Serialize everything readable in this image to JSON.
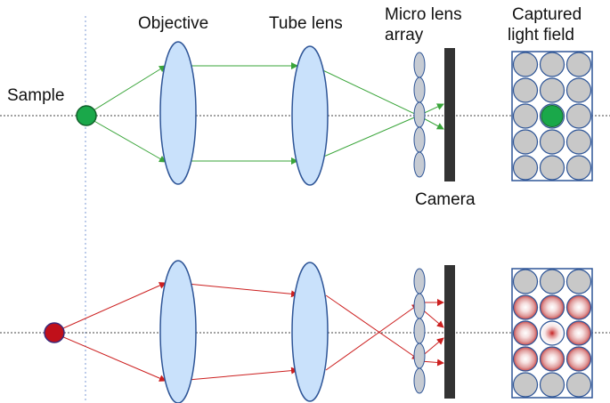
{
  "labels": {
    "sample": "Sample",
    "objective": "Objective",
    "tube_lens": "Tube lens",
    "micro_lens_line1": "Micro lens",
    "micro_lens_line2": "array",
    "captured_line1": "Captured",
    "captured_line2": "light field",
    "camera": "Camera"
  },
  "colors": {
    "in_focus_ray": "#3aa53a",
    "out_of_focus_ray": "#cc1f1f",
    "lens_fill": "#c9e1fb",
    "lens_stroke": "#2e5597",
    "microlens_fill": "#c6cbd3",
    "sensor": "#333333",
    "green_point": "#1aa84a",
    "red_point": "#c0101a",
    "grid_border": "#2e5597",
    "cell_fill": "#c8c8c8"
  },
  "configurations": [
    {
      "name": "in-focus",
      "point_color": "green",
      "captured_grid": [
        [
          "empty",
          "empty",
          "empty"
        ],
        [
          "empty",
          "empty",
          "empty"
        ],
        [
          "empty",
          "point",
          "empty"
        ],
        [
          "empty",
          "empty",
          "empty"
        ],
        [
          "empty",
          "empty",
          "empty"
        ]
      ]
    },
    {
      "name": "out-of-focus",
      "point_color": "red",
      "captured_grid": [
        [
          "empty",
          "empty",
          "empty"
        ],
        [
          "blur",
          "blur",
          "blur"
        ],
        [
          "blur",
          "blur-center",
          "blur"
        ],
        [
          "blur",
          "blur",
          "blur"
        ],
        [
          "empty",
          "empty",
          "empty"
        ]
      ]
    }
  ]
}
